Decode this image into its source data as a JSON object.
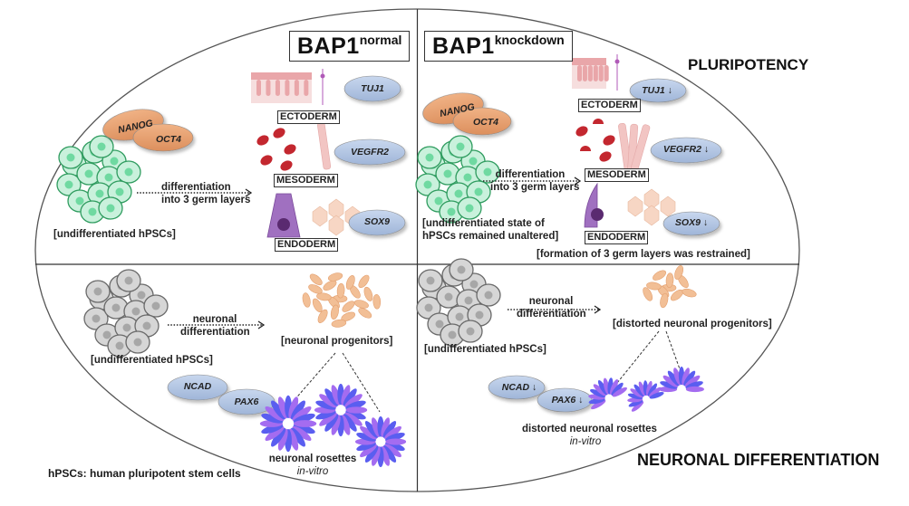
{
  "figure": {
    "conditions": {
      "normal": {
        "name": "BAP1",
        "superscript": "normal"
      },
      "knockdown": {
        "name": "BAP1",
        "superscript": "knockdown"
      }
    },
    "sections": {
      "top": "PLURIPOTENCY",
      "bottom": "NEURONAL DIFFERENTIATION"
    },
    "footnote": "hPSCs: human pluripotent stem cells",
    "colors": {
      "pluripotency_marker": "#eaa373",
      "lineage_marker": "#b7c9e4",
      "stem_cell_green": "#8fe0b5",
      "stem_cell_gray": "#c8c8c8",
      "rosette_purple": "#a46cf0",
      "rosette_blue": "#5a5ef0",
      "progenitor_orange": "#f2bf96",
      "outline": "#333333"
    },
    "pluripotency": {
      "normal": {
        "markers": [
          "NANOG",
          "OCT4"
        ],
        "cell_label": "[undifferentiated hPSCs]",
        "arrow_label_line1": "differentiation",
        "arrow_label_line2": "into 3 germ layers",
        "germ_layers": [
          {
            "name": "ECTODERM",
            "marker": "TUJ1",
            "marker_change": ""
          },
          {
            "name": "MESODERM",
            "marker": "VEGFR2",
            "marker_change": ""
          },
          {
            "name": "ENDODERM",
            "marker": "SOX9",
            "marker_change": ""
          }
        ]
      },
      "knockdown": {
        "markers": [
          "NANOG",
          "OCT4"
        ],
        "cell_label_line1": "[undifferentiated state of",
        "cell_label_line2": "hPSCs remained unaltered]",
        "arrow_label_line1": "differentiation",
        "arrow_label_line2": "into 3 germ layers",
        "germ_layers": [
          {
            "name": "ECTODERM",
            "marker": "TUJ1",
            "marker_change": "↓"
          },
          {
            "name": "MESODERM",
            "marker": "VEGFR2",
            "marker_change": "↓"
          },
          {
            "name": "ENDODERM",
            "marker": "SOX9",
            "marker_change": "↓"
          }
        ],
        "outcome": "[formation of 3 germ layers was restrained]"
      }
    },
    "neuronal": {
      "normal": {
        "cell_label": "[undifferentiated hPSCs]",
        "arrow_label_line1": "neuronal",
        "arrow_label_line2": "differentiation",
        "progenitor_label": "[neuronal progenitors]",
        "markers": [
          {
            "name": "NCAD",
            "change": ""
          },
          {
            "name": "PAX6",
            "change": ""
          }
        ],
        "rosette_label": "neuronal rosettes",
        "rosette_sublabel": "in-vitro"
      },
      "knockdown": {
        "cell_label": "[undifferentiated hPSCs]",
        "arrow_label_line1": "neuronal",
        "arrow_label_line2": "differentiation",
        "progenitor_label": "[distorted neuronal progenitors]",
        "markers": [
          {
            "name": "NCAD",
            "change": "↓"
          },
          {
            "name": "PAX6",
            "change": "↓"
          }
        ],
        "rosette_label": "distorted neuronal rosettes",
        "rosette_sublabel": "in-vitro"
      }
    }
  }
}
